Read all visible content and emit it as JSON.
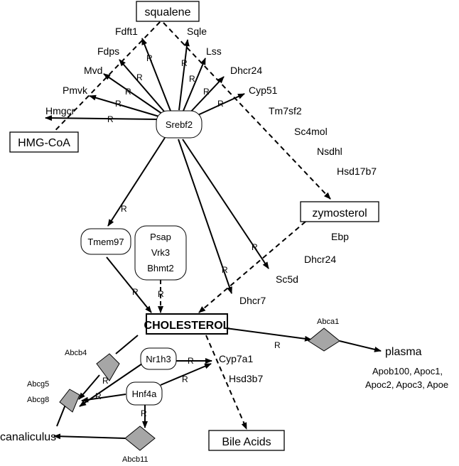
{
  "metabolites": {
    "squalene": "squalene",
    "hmg_coa": "HMG-CoA",
    "zymosterol": "zymosterol",
    "cholesterol": "CHOLESTEROL",
    "bile_acids": "Bile Acids",
    "plasma": "plasma",
    "canaliculus": "canaliculus"
  },
  "nodes": {
    "srebf2": "Srebf2",
    "tmem97": "Tmem97",
    "nr1h3": "Nr1h3",
    "hnf4a": "Hnf4a",
    "psap_group": [
      "Psap",
      "Vrk3",
      "Bhmt2"
    ]
  },
  "genes": {
    "fdft1": "Fdft1",
    "sqle": "Sqle",
    "fdps": "Fdps",
    "lss": "Lss",
    "mvd": "Mvd",
    "dhcr24_top": "Dhcr24",
    "pmvk": "Pmvk",
    "cyp51": "Cyp51",
    "hmgcr": "Hmgcr",
    "tm7sf2": "Tm7sf2",
    "sc4mol": "Sc4mol",
    "nsdhl": "Nsdhl",
    "hsd17b7": "Hsd17b7",
    "ebp": "Ebp",
    "dhcr24_mid": "Dhcr24",
    "sc5d": "Sc5d",
    "dhcr7": "Dhcr7",
    "cyp7a1": "Cyp7a1",
    "hsd3b7": "Hsd3b7"
  },
  "transporters": {
    "abca1": "Abca1",
    "abcb4": "Abcb4",
    "abcg5": "Abcg5",
    "abcg8": "Abcg8",
    "abcb11": "Abcb11"
  },
  "plasma_apolipoproteins": [
    "Apob100, Apoc1,",
    "Apoc2, Apoc3, Apoe"
  ],
  "regulation_mark": "R"
}
